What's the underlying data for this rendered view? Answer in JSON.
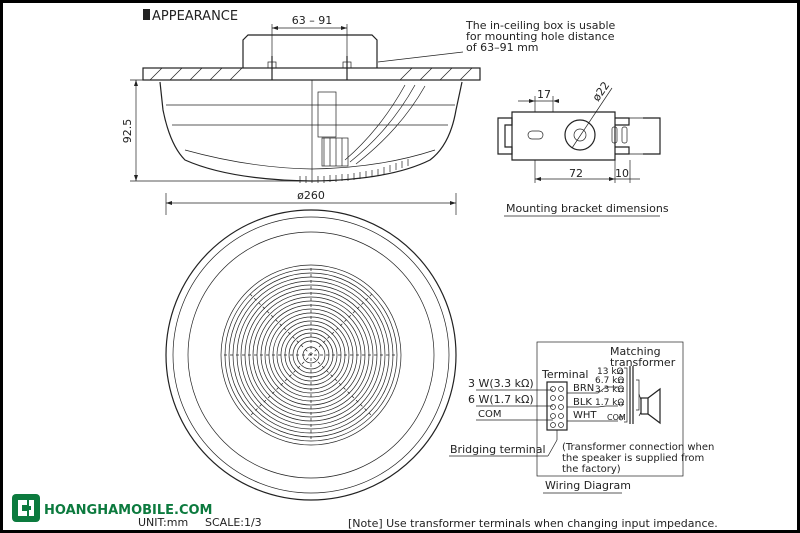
{
  "header": {
    "title": "APPEARANCE"
  },
  "top_view": {
    "dim_hole": "63 – 91",
    "note_lines": [
      "The in-ceiling box is usable",
      "for mounting hole distance",
      "of 63–91 mm"
    ],
    "height": "92.5"
  },
  "front_view": {
    "diameter": "ø260"
  },
  "bracket": {
    "dim_17": "17",
    "dim_diam": "ø22",
    "dim_72": "72",
    "dim_10": "10",
    "caption": "Mounting bracket dimensions"
  },
  "wiring": {
    "matching_label_1": "Matching",
    "matching_label_2": "transformer",
    "terminal_label": "Terminal",
    "inputs": [
      "3 W(3.3 kΩ)",
      "6 W(1.7 kΩ)",
      "COM"
    ],
    "wires": [
      "BRN",
      "BLK",
      "WHT"
    ],
    "taps": [
      "13 kΩ",
      "6.7 kΩ",
      "3.3 kΩ",
      "1.7 kΩ",
      "COM"
    ],
    "bridging_label": "Bridging terminal",
    "factory_note": [
      "(Transformer connection when",
      "the speaker is supplied from",
      "the factory)"
    ],
    "caption": "Wiring Diagram"
  },
  "footer": {
    "brand": "HOANGHAMOBILE.COM",
    "unit": "UNIT:mm",
    "scale": "SCALE:1/3",
    "note": "[Note] Use transformer terminals when changing input impedance."
  }
}
